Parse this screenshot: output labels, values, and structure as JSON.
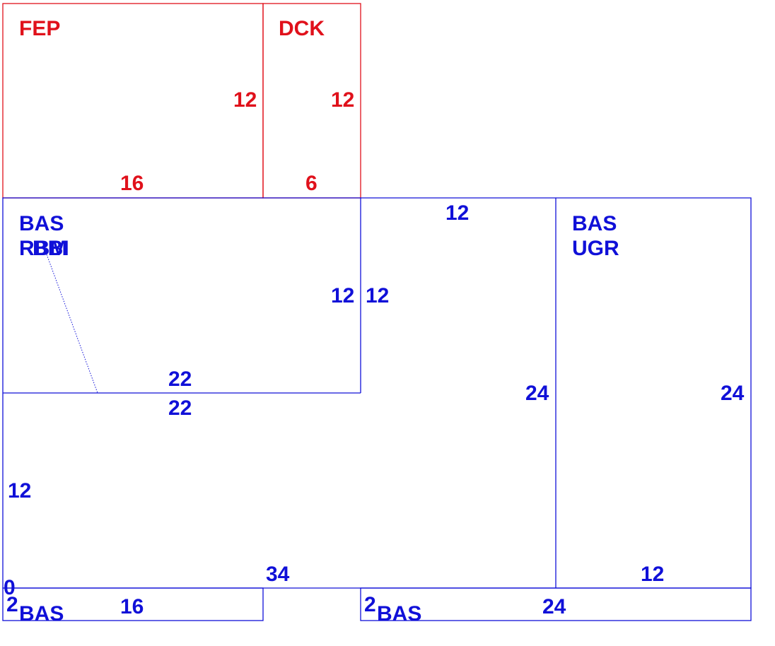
{
  "colors": {
    "red": "#e0111b",
    "blue": "#1010d8"
  },
  "areas": {
    "fep": {
      "code": "FEP",
      "side": "12",
      "base": "16"
    },
    "dck": {
      "code": "DCK",
      "side": "12",
      "base": "6"
    },
    "bas_main": {
      "code": "BAS",
      "overlap_codes": [
        "RBM",
        "BBI"
      ],
      "right_side": "12",
      "bottom_upper": "22",
      "bottom_lower": "22",
      "left_side": "12",
      "total_bottom": "34"
    },
    "middle": {
      "top": "12",
      "left_side": "12",
      "right_side": "24"
    },
    "bas_ugr": {
      "code_line1": "BAS",
      "code_line2": "UGR",
      "right_side": "24",
      "bottom": "12"
    },
    "strip_left": {
      "zero": "0",
      "height": "2",
      "length": "16",
      "code": "BAS"
    },
    "strip_right": {
      "height": "2",
      "length": "24",
      "code": "BAS"
    }
  }
}
